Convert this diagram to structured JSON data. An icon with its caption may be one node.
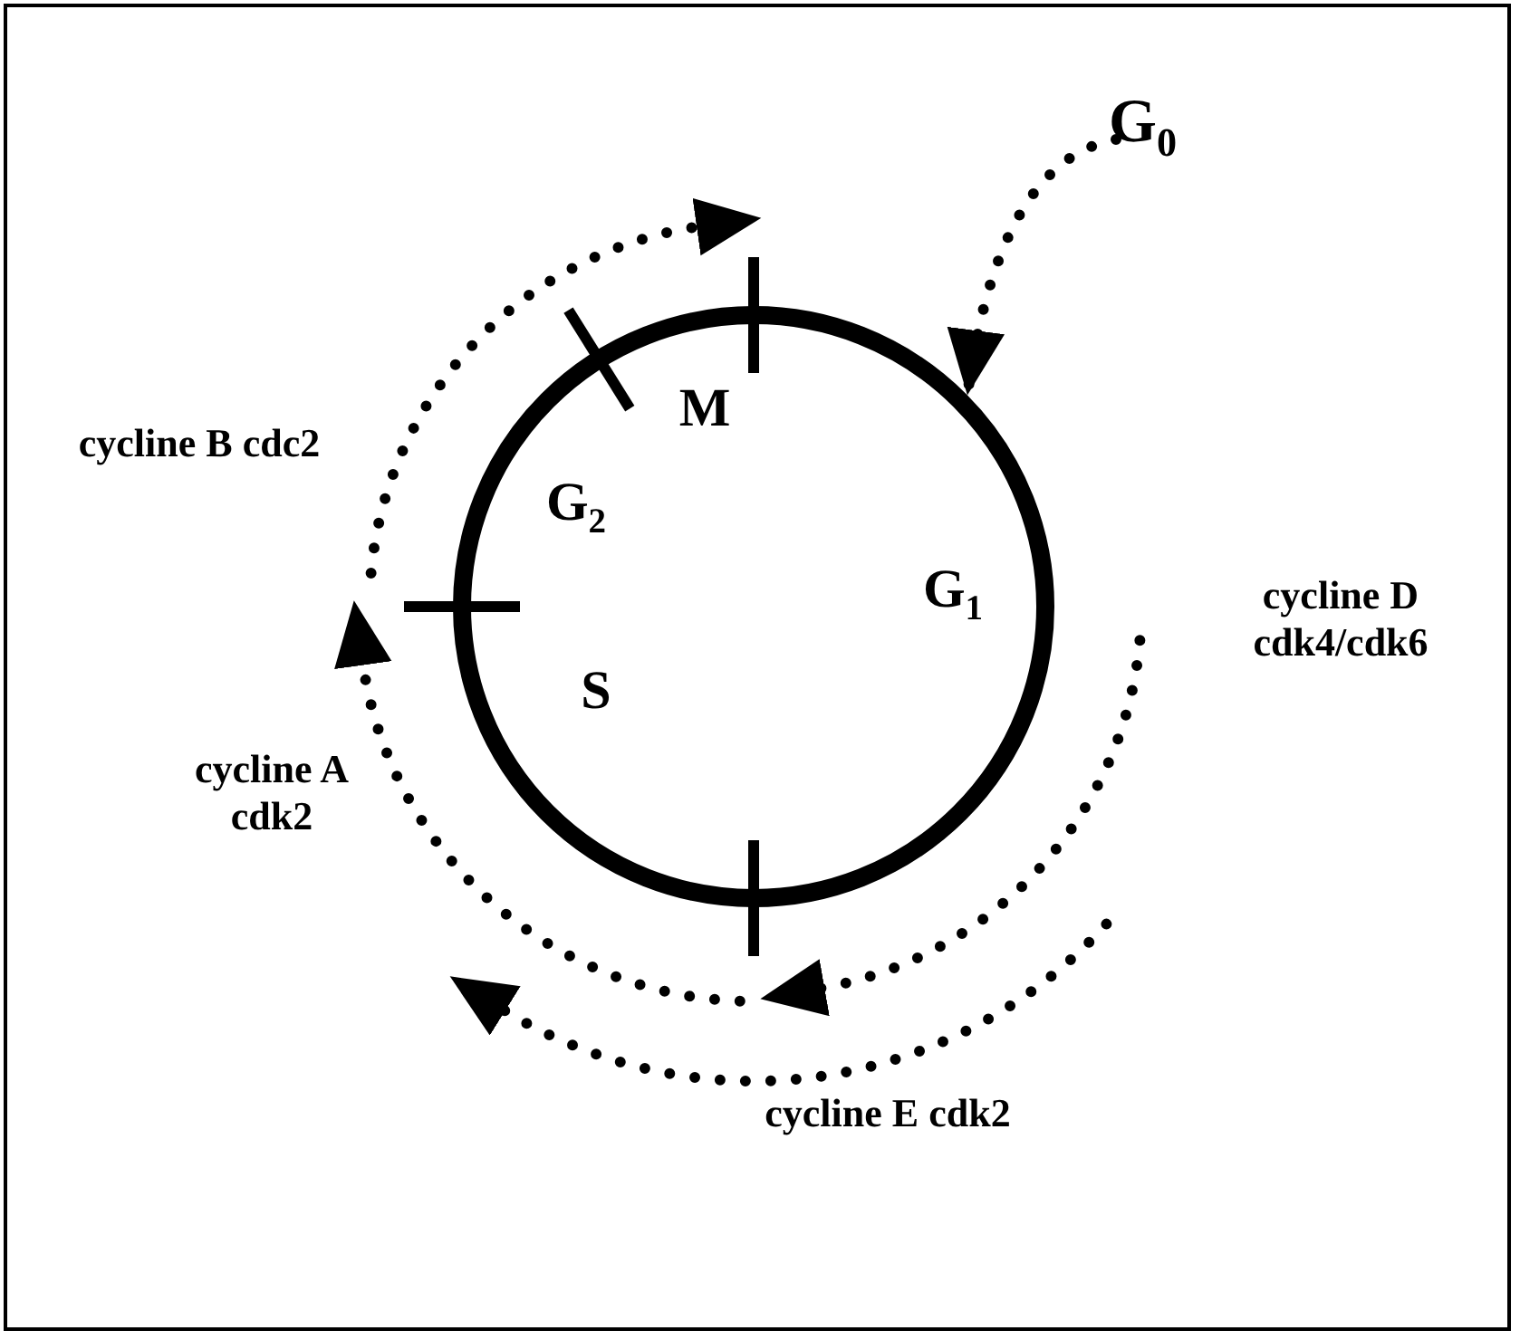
{
  "diagram": {
    "nodes": [
      {
        "text": [
          "G$_{0}$"
        ]
      },
      {
        "text": [],
        "shape": "circle"
      }
    ],
    "edges": [
      {
        "from": 0,
        "to": 1,
        "arrow": "to",
        "style": "dashed"
      }
    ],
    "labels": [
      "cycline B cdc2",
      "M",
      "G$_{2}$",
      "G$_{1}$",
      "cycline D cdk4/cdk6",
      "S",
      "cycline A cdk2",
      "cycline E cdk2"
    ]
  }
}
